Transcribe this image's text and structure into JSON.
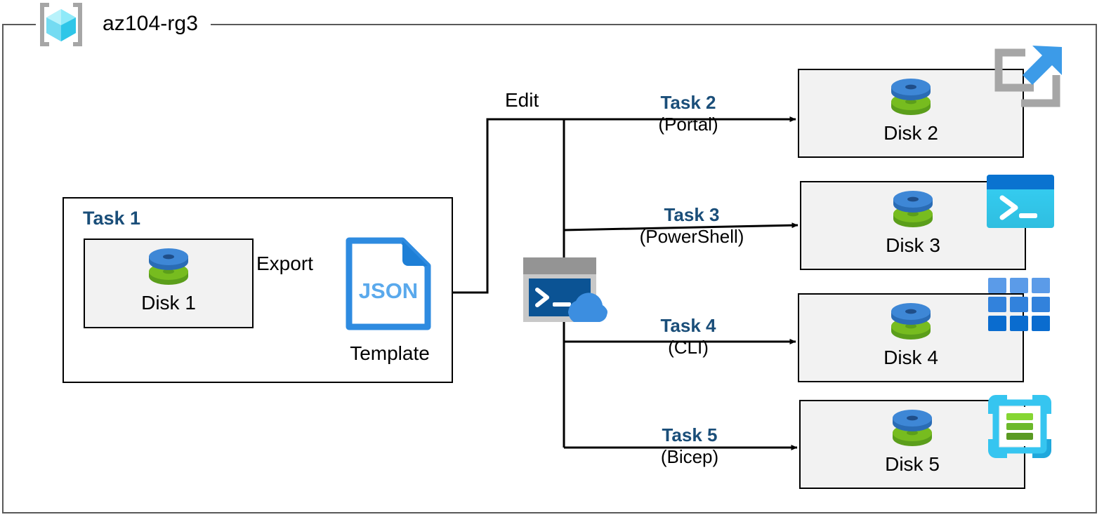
{
  "diagram": {
    "resource_group": {
      "name": "az104-rg3",
      "icon": "azure-resource-group-icon",
      "frame_color": "#595959"
    },
    "accent_color": "#1A4E79",
    "card_fill": "#F2F2F2",
    "task1": {
      "label": "Task 1",
      "disk": {
        "label": "Disk 1",
        "icon": "managed-disk-icon"
      },
      "export_label": "Export",
      "template": {
        "badge": "JSON",
        "label": "Template",
        "icon": "json-file-icon"
      }
    },
    "edit_label": "Edit",
    "cloud_shell": {
      "icon": "cloud-shell-icon"
    },
    "branches": [
      {
        "task": "Task 2",
        "method": "(Portal)",
        "disk": {
          "label": "Disk 2",
          "icon": "managed-disk-icon"
        },
        "service_icon": "azure-portal-icon"
      },
      {
        "task": "Task 3",
        "method": "(PowerShell)",
        "disk": {
          "label": "Disk 3",
          "icon": "managed-disk-icon"
        },
        "service_icon": "powershell-icon"
      },
      {
        "task": "Task 4",
        "method": "(CLI)",
        "disk": {
          "label": "Disk 4",
          "icon": "azure-cli-icon"
        },
        "service_icon": "azure-cli-icon"
      },
      {
        "task": "Task 5",
        "method": "(Bicep)",
        "disk": {
          "label": "Disk 5",
          "icon": "managed-disk-icon"
        },
        "service_icon": "bicep-icon"
      }
    ],
    "colors": {
      "disk_blue": "#3E87D6",
      "disk_green": "#77BC1F",
      "json_blue": "#2E8BE0",
      "portal_arrow_blue": "#3C9BE8",
      "powershell_cyan": "#32C8F0",
      "bicep_cyan": "#36C5F0",
      "line_black": "#000000"
    }
  }
}
